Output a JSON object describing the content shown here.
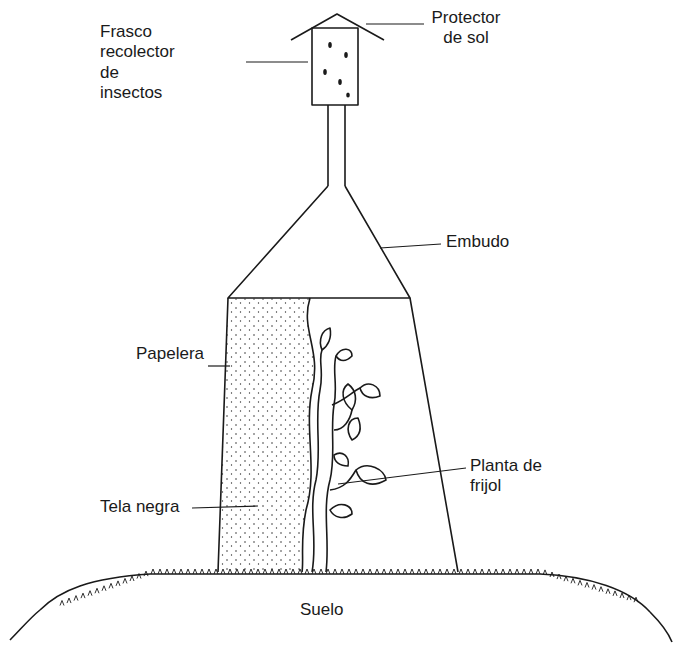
{
  "diagram": {
    "labels": [
      "Frasco recolector de insectos",
      "Protector de sol",
      "Embudo",
      "Papelera",
      "Tela negra",
      "Planta de frijol",
      "Suelo"
    ]
  }
}
